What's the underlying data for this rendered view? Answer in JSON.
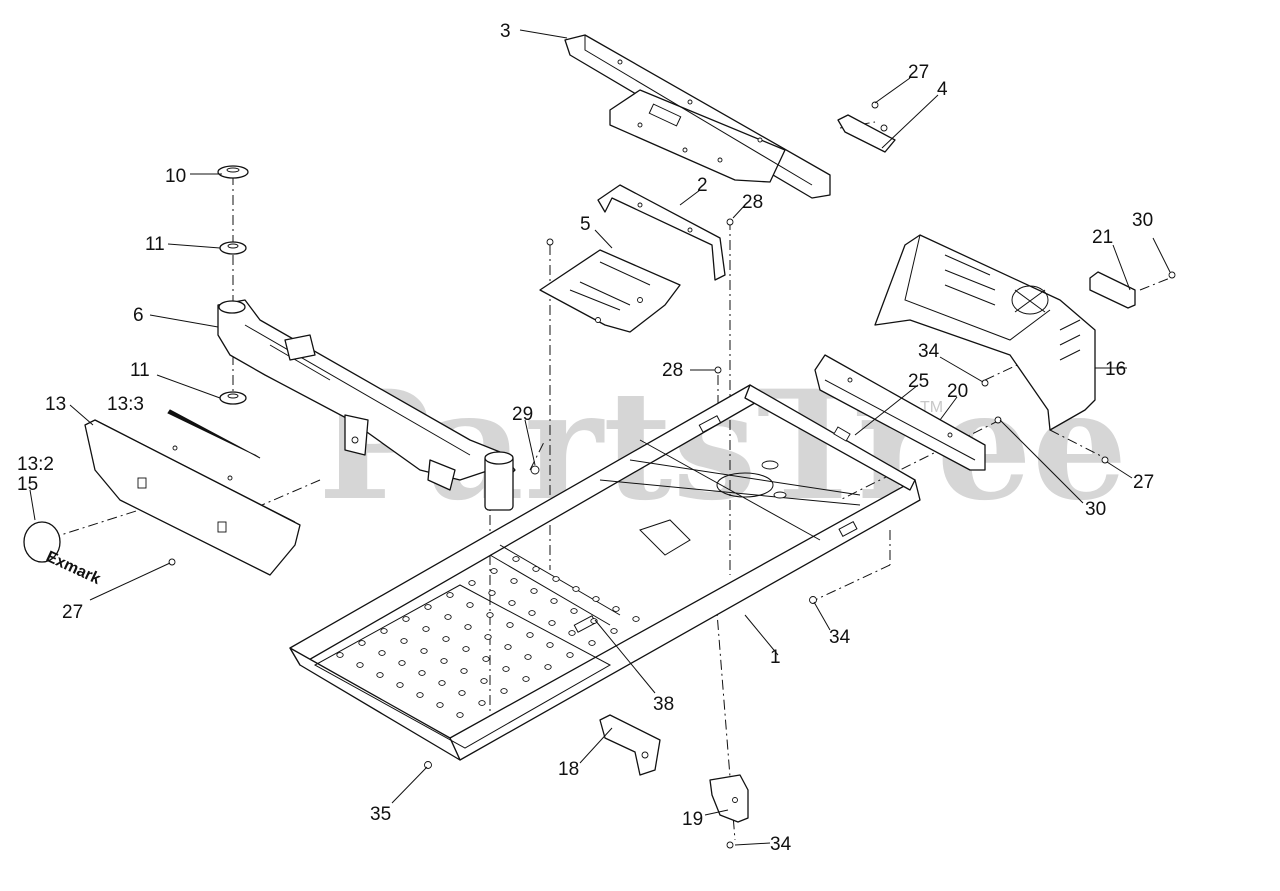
{
  "watermark": {
    "text": "PartsTree",
    "trademark": "TM"
  },
  "logo": {
    "text": "Exmark"
  },
  "callouts": [
    "1",
    "2",
    "3",
    "4",
    "5",
    "6",
    "10",
    "11",
    "11",
    "13",
    "13:3",
    "13:2",
    "15",
    "16",
    "18",
    "19",
    "20",
    "21",
    "25",
    "27",
    "27",
    "27",
    "28",
    "28",
    "29",
    "30",
    "30",
    "34",
    "34",
    "34",
    "35",
    "38"
  ]
}
